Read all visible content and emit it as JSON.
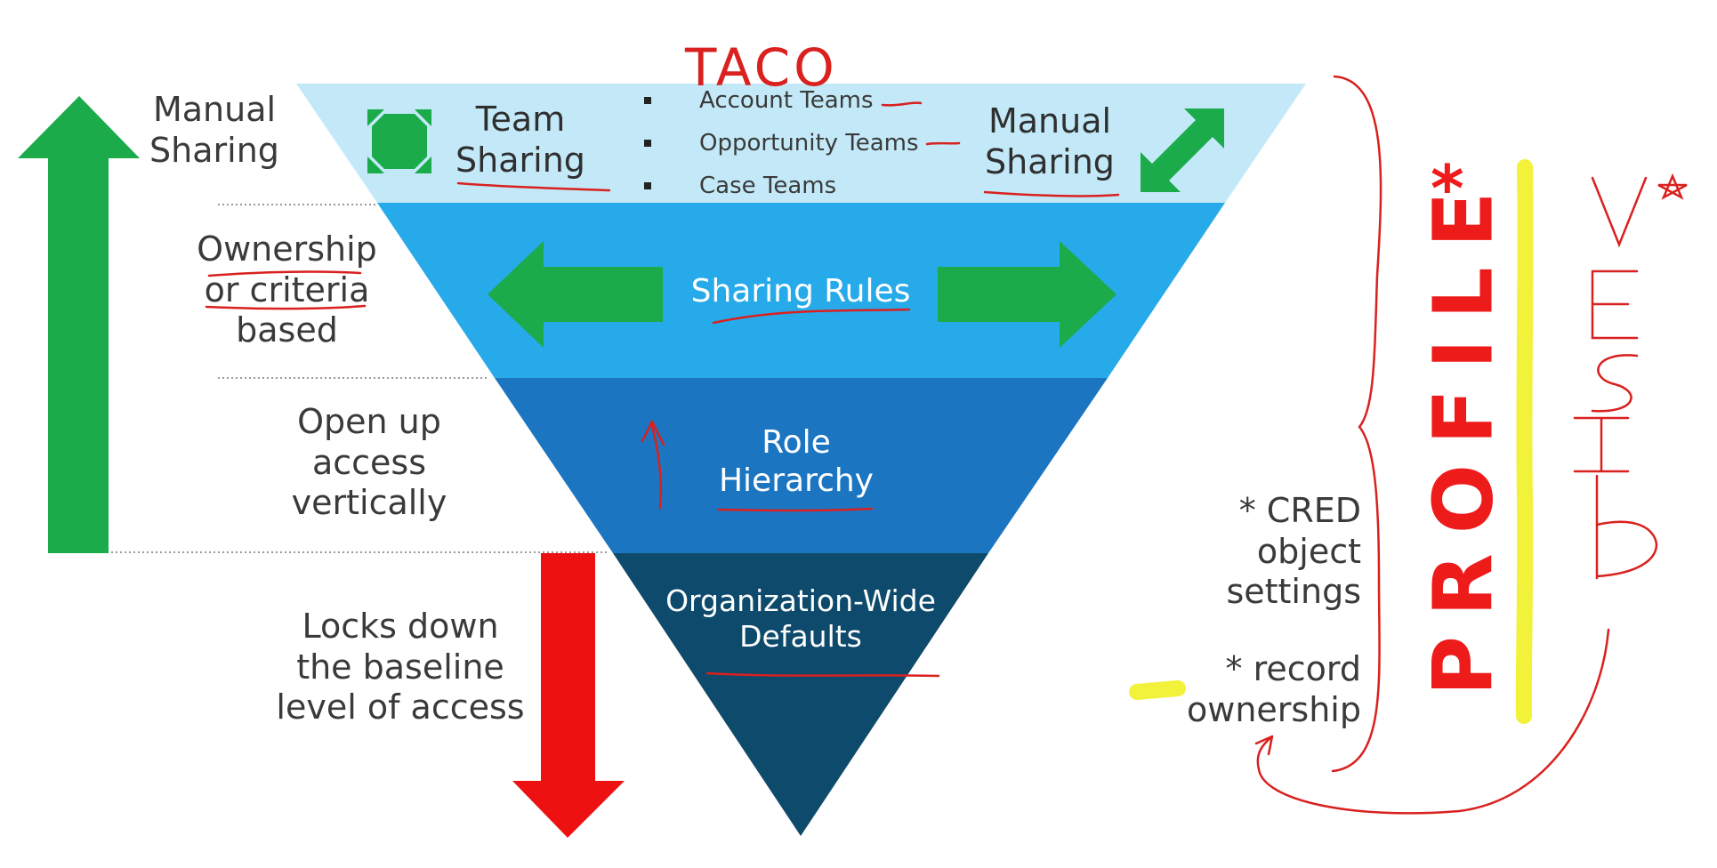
{
  "pyramid": {
    "layers": [
      {
        "id": "team",
        "color": "#c3e9f8"
      },
      {
        "id": "rules",
        "color": "#27aaea",
        "label": "Sharing Rules"
      },
      {
        "id": "roles",
        "color": "#1b75c1",
        "label": "Role\nHierarchy"
      },
      {
        "id": "owd",
        "color": "#0e4a6c",
        "label": "Organization-Wide\nDefaults"
      }
    ],
    "team_sharing_label": "Team\nSharing",
    "manual_sharing_label": "Manual\nSharing",
    "team_types": [
      "Account Teams",
      "Opportunity Teams",
      "Case Teams"
    ]
  },
  "side_labels": {
    "manual_sharing": "Manual\nSharing",
    "ownership": "Ownership\nor criteria\nbased",
    "open_up": "Open up\naccess\nvertically",
    "locks_down": "Locks down\nthe baseline\nlevel of access"
  },
  "profile_notes": {
    "cred": "* CRED\nobject\nsettings",
    "ownership": "* record\nownership"
  },
  "annotations": {
    "taco": "TACO",
    "profile": "PROFILE",
    "profile_star": "*",
    "vertical_letters": [
      "V",
      "E",
      "S",
      "I",
      "D"
    ]
  },
  "colors": {
    "green_arrow": "#1bab4b",
    "red_arrow": "#ee1111",
    "ink_red": "#d9211f",
    "highlight_yellow": "#f2f23a"
  }
}
